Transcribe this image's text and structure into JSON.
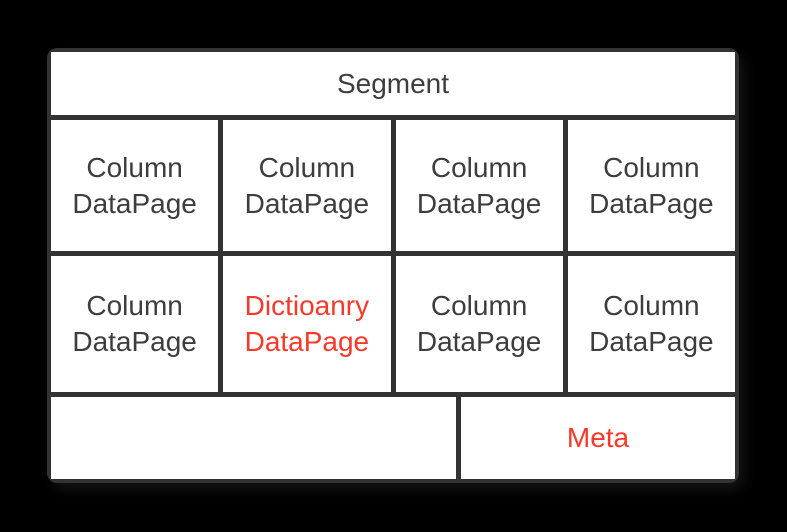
{
  "colors": {
    "background": "#000000",
    "cell_fill": "#ffffff",
    "border": "#333333",
    "text": "#3d3d3d",
    "accent": "#f7392b"
  },
  "grid": {
    "segment_label": "Segment",
    "row1": [
      "Column\nDataPage",
      "Column\nDataPage",
      "Column\nDataPage",
      "Column\nDataPage"
    ],
    "row2": [
      "Column\nDataPage",
      "Dictioanry\nDataPage",
      "Column\nDataPage",
      "Column\nDataPage"
    ],
    "footer": {
      "empty_label": "",
      "meta_label": "Meta"
    }
  }
}
